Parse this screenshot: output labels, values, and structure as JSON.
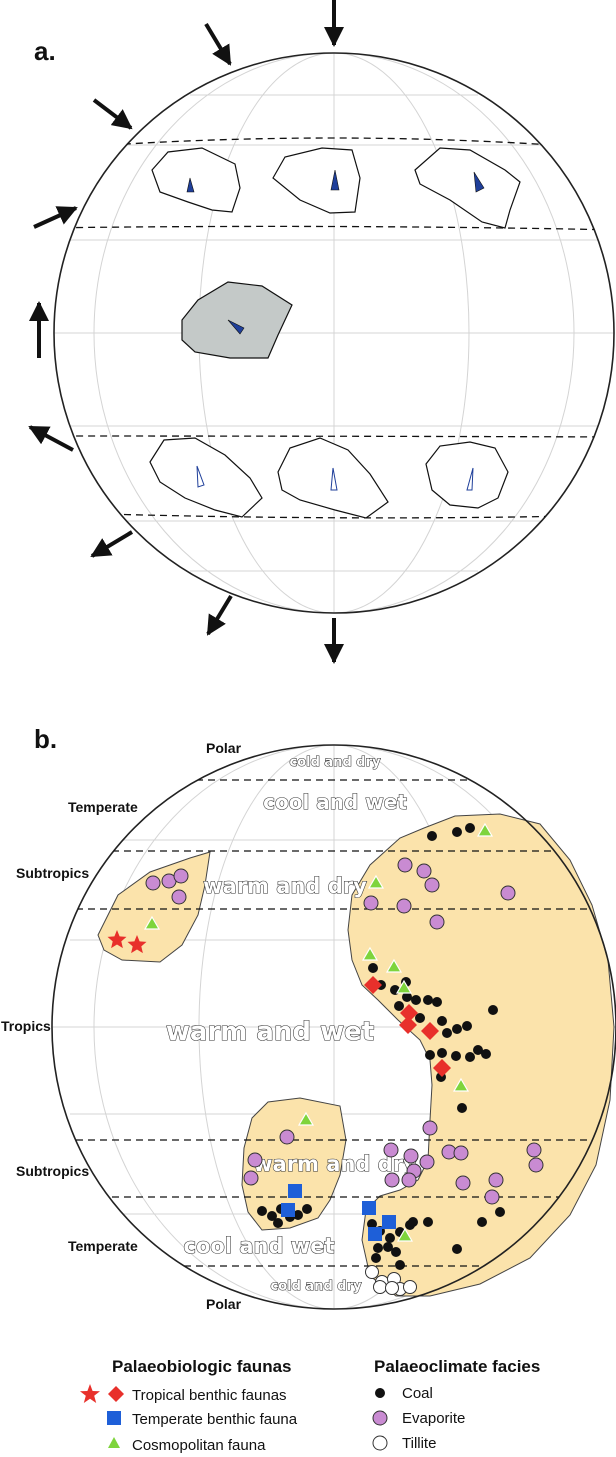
{
  "panels": {
    "a": {
      "label": "a."
    },
    "b": {
      "label": "b.",
      "bands": {
        "polar_top": "Polar",
        "temperate_top": "Temperate",
        "subtropics_top": "Subtropics",
        "tropics": "Tropics",
        "subtropics_bottom": "Subtropics",
        "temperate_bottom": "Temperate",
        "polar_bottom": "Polar"
      },
      "zones": {
        "cold_dry_top": "cold and dry",
        "cool_wet_top": "cool and wet",
        "warm_dry_top": "warm and dry",
        "warm_wet": "warm and wet",
        "warm_dry_bottom": "warm and dry",
        "cool_wet_bottom": "cool and wet",
        "cold_dry_bottom": "cold and dry"
      }
    }
  },
  "legend": {
    "faunas": {
      "heading": "Palaeobiologic faunas",
      "tropical": "Tropical benthic faunas",
      "temperate": "Temperate benthic fauna",
      "cosmopolitan": "Cosmopolitan fauna"
    },
    "facies": {
      "heading": "Palaeoclimate facies",
      "coal": "Coal",
      "evaporite": "Evaporite",
      "tillite": "Tillite"
    }
  },
  "colors": {
    "continent_fill": "#fbe3ab",
    "continent_grey": "#c4c9c8",
    "tropical_red": "#e8302b",
    "temperate_blue": "#1e5fd8",
    "cosmopolitan_green": "#7ed43c",
    "evaporite_purple": "#c98bd2",
    "coal_black": "#111111",
    "tillite_white": "#ffffff",
    "arrow_blue": "#1f3f9a"
  }
}
